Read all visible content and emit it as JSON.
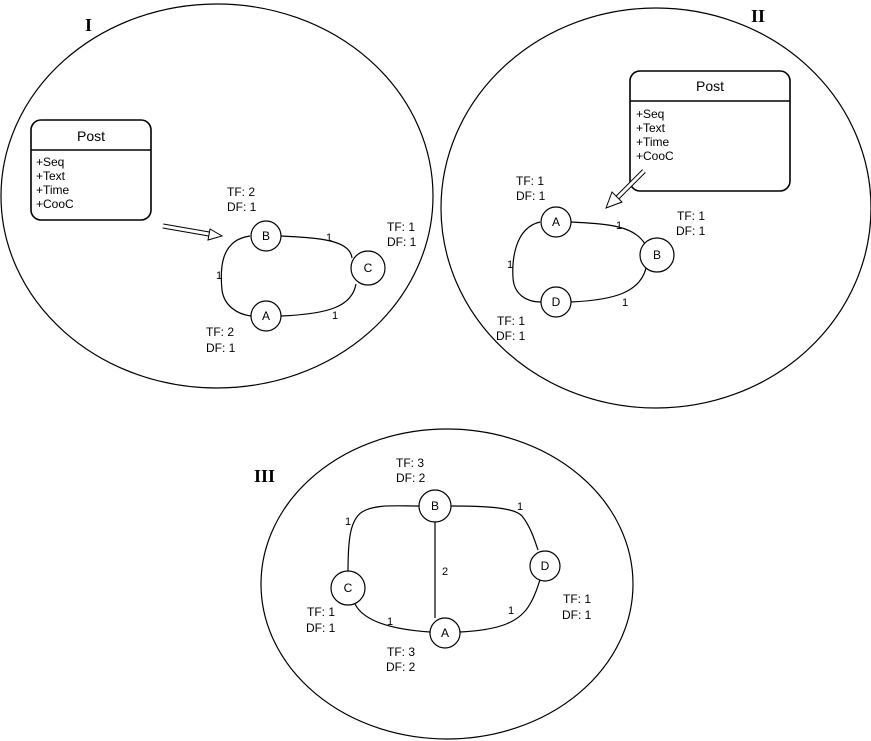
{
  "panels": {
    "I": {
      "numeral": "I",
      "post": {
        "title": "Post",
        "fields": [
          "+Seq",
          "+Text",
          "+Time",
          "+CooC"
        ]
      },
      "nodes": {
        "B": {
          "label": "B",
          "tf": "TF: 2",
          "df": "DF: 1"
        },
        "C": {
          "label": "C",
          "tf": "TF: 1",
          "df": "DF: 1"
        },
        "A": {
          "label": "A",
          "tf": "TF: 2",
          "df": "DF: 1"
        }
      },
      "edges": {
        "BC": "1",
        "BA": "1",
        "AC": "1"
      }
    },
    "II": {
      "numeral": "II",
      "post": {
        "title": "Post",
        "fields": [
          "+Seq",
          "+Text",
          "+Time",
          "+CooC"
        ]
      },
      "nodes": {
        "A": {
          "label": "A",
          "tf": "TF: 1",
          "df": "DF: 1"
        },
        "B": {
          "label": "B",
          "tf": "TF: 1",
          "df": "DF: 1"
        },
        "D": {
          "label": "D",
          "tf": "TF: 1",
          "df": "DF: 1"
        }
      },
      "edges": {
        "AB": "1",
        "AD": "1",
        "DB": "1"
      }
    },
    "III": {
      "numeral": "III",
      "nodes": {
        "B": {
          "label": "B",
          "tf": "TF: 3",
          "df": "DF: 2"
        },
        "C": {
          "label": "C",
          "tf": "TF: 1",
          "df": "DF: 1"
        },
        "D": {
          "label": "D",
          "tf": "TF: 1",
          "df": "DF: 1"
        },
        "A": {
          "label": "A",
          "tf": "TF: 3",
          "df": "DF: 2"
        }
      },
      "edges": {
        "CB": "1",
        "BD": "1",
        "BA": "2",
        "CA": "1",
        "AD": "1"
      }
    }
  }
}
